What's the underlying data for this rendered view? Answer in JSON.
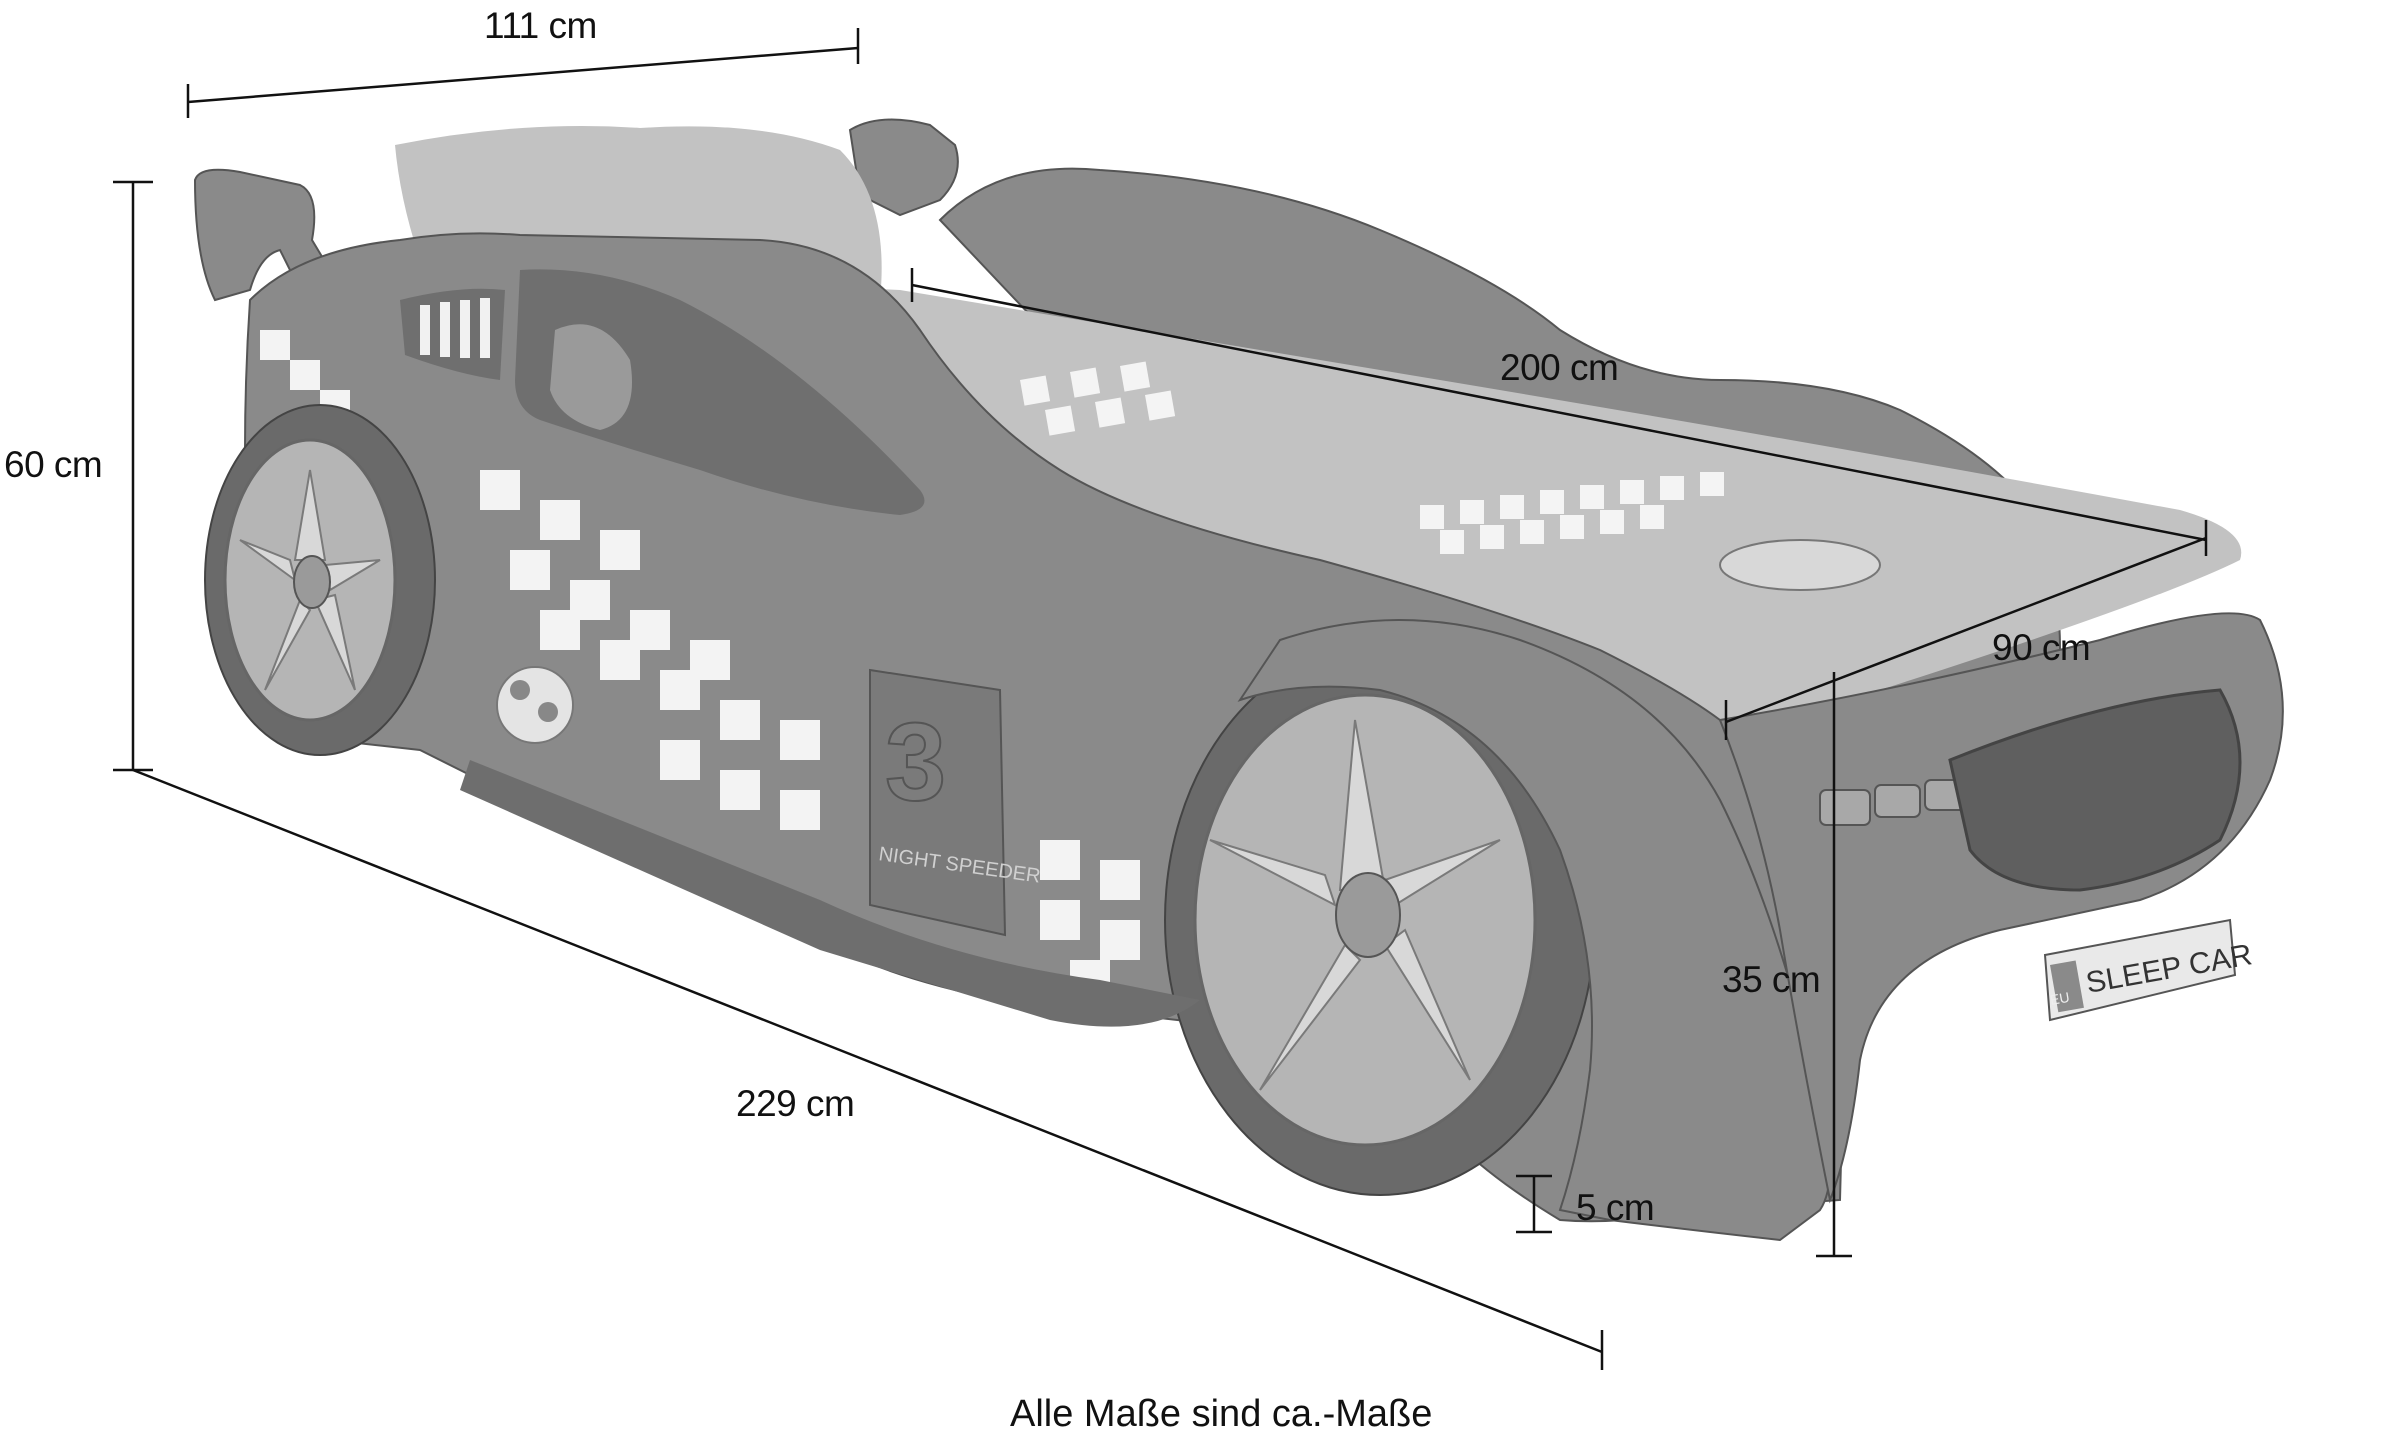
{
  "dimensions": {
    "top_width": "111 cm",
    "height_total": "60 cm",
    "mattress_length": "200 cm",
    "mattress_width": "90 cm",
    "side_height": "35 cm",
    "ground_clearance": "5 cm",
    "total_length": "229 cm"
  },
  "car": {
    "race_number": "3",
    "side_text": "NIGHT SPEEDER",
    "plate_text": "SLEEP CAR",
    "plate_badge": "EU"
  },
  "caption": "Alle Maße sind ca.-Maße"
}
